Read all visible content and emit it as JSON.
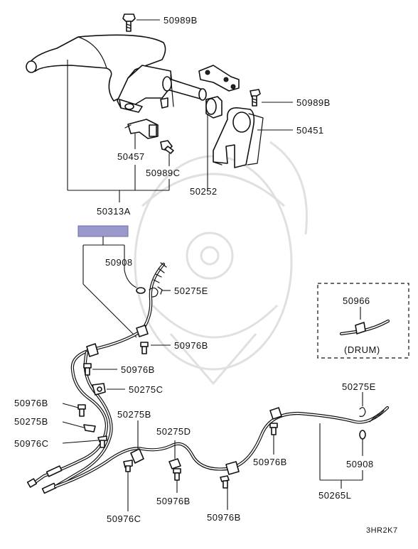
{
  "diagram": {
    "labels": {
      "bolt_top": "50989B",
      "bolt_right": "50989B",
      "bracket_50451": "50451",
      "clip_50457": "50457",
      "bolt_50989c": "50989C",
      "bushing_50252": "50252",
      "lever_assy": "50313A",
      "grommet_50908_top": "50908",
      "clip_50275e_top": "50275E",
      "bolt_50976b_1": "50976B",
      "bolt_50976b_2": "50976B",
      "clip_50275c": "50275C",
      "bolt_50976b_left": "50976B",
      "clip_50275b_left": "50275B",
      "bolt_50976c_left": "50976C",
      "clip_50275b_mid": "50275B",
      "clip_50275d": "50275D",
      "bolt_50976b_right": "50976B",
      "clip_50275e_right": "50275E",
      "grommet_50908_right": "50908",
      "bolt_50976c_bottom": "50976C",
      "bolt_50976b_bottom1": "50976B",
      "bolt_50976b_bottom2": "50976B",
      "cable_50265l": "50265L",
      "drum_part": "50966",
      "drum_label": "(DRUM)",
      "diagram_code": "3HR2K7"
    },
    "highlight_color": "#9999cc",
    "line_color": "#111111"
  }
}
